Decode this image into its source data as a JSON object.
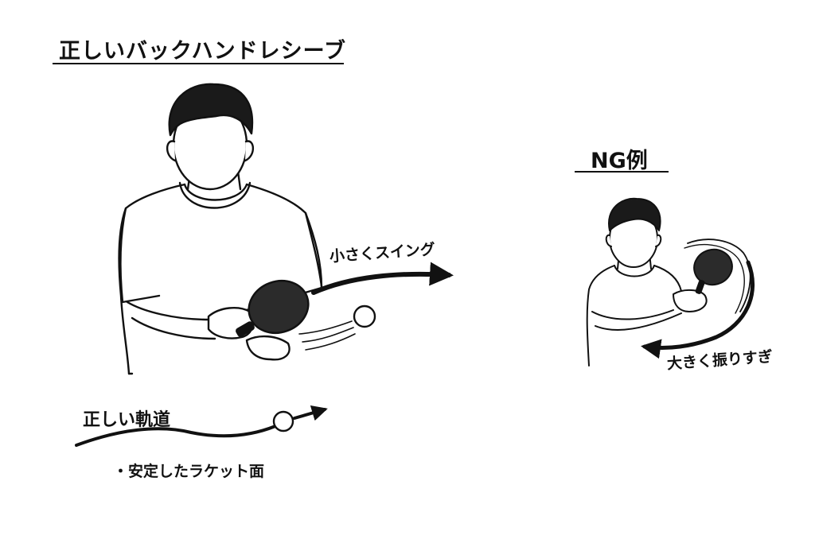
{
  "correct": {
    "title": "正しいバックハンドレシーブ",
    "swing_label": "小さくスイング"
  },
  "ng": {
    "title": "NG例",
    "swing_label": "大きく振りすぎ"
  },
  "trajectory": {
    "label": "正しい軌道",
    "note": "・安定したラケット面"
  },
  "colors": {
    "ink": "#111111",
    "paddle": "#2b2b2b",
    "background": "#ffffff"
  }
}
